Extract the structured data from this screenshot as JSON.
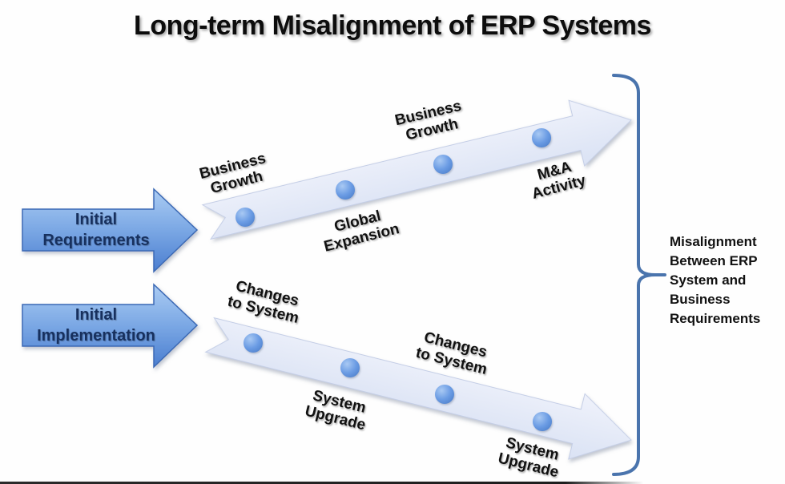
{
  "title": "Long-term Misalignment of ERP Systems",
  "input_arrows": [
    {
      "label": "Initial Requirements"
    },
    {
      "label": "Initial Implementation"
    }
  ],
  "top_path": {
    "milestones": [
      "Business Growth",
      "Global Expansion",
      "Business Growth",
      "M&A Activity"
    ]
  },
  "bottom_path": {
    "milestones": [
      "Changes to System",
      "System Upgrade",
      "Changes to System",
      "System Upgrade"
    ]
  },
  "brace": {
    "label": "Misalignment Between ERP System and Business Requirements"
  },
  "colors": {
    "title_text": "#0d0d0d",
    "input_arrow_fill_top": "#abccf3",
    "input_arrow_fill_bottom": "#4b7ed0",
    "input_arrow_border": "#3a69b5",
    "input_arrow_text": "#17305e",
    "band_fill_top": "#eff2fb",
    "band_fill_bottom": "#dae2f4",
    "band_edge": "#c4cee6",
    "dot_highlight": "#a9c9f3",
    "dot_base": "#6b9ce4",
    "dot_edge": "#4d7fcb",
    "milestone_text": "#111111",
    "brace_stroke": "#4a74ad",
    "brace_text": "#111111",
    "bottom_bar": "#202020"
  }
}
